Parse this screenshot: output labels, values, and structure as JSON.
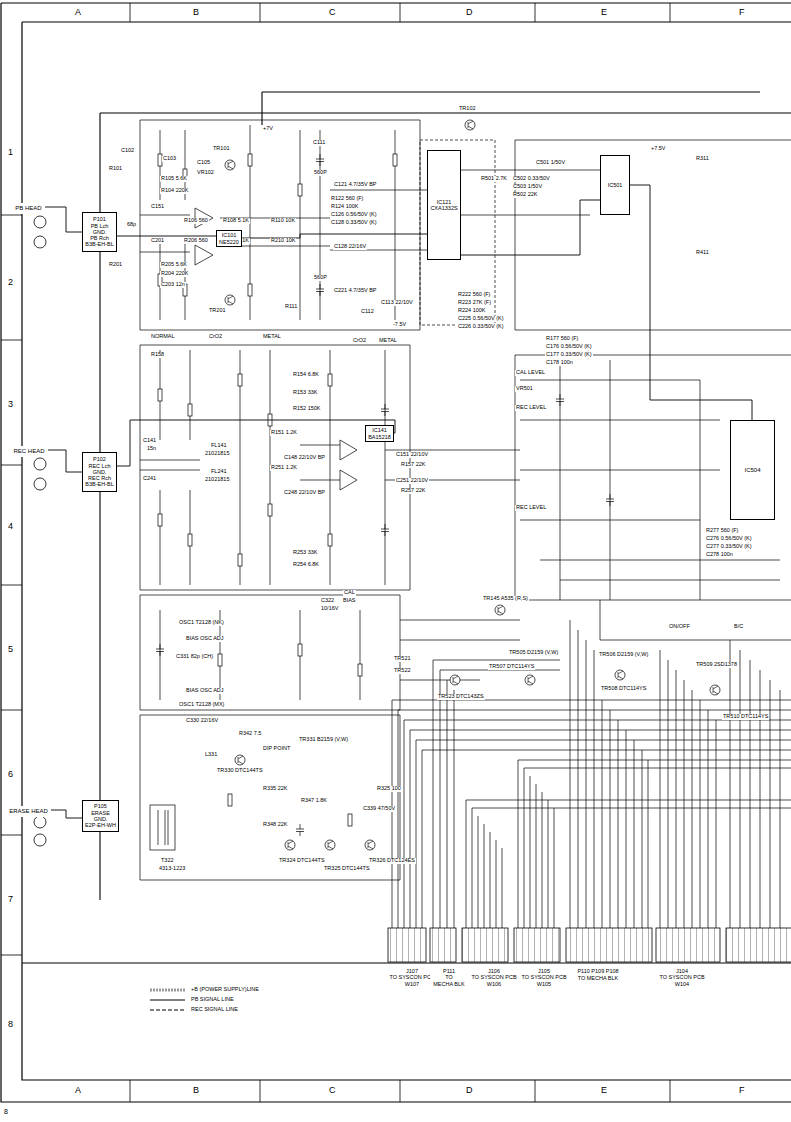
{
  "diagram": {
    "nodes": [
      {
        "text": [
          "PB HEAD"
        ]
      },
      {
        "text": [
          "P101",
          "PB Lch",
          "GND.",
          "PB Rch",
          "B3B-EH-BL"
        ]
      },
      {
        "text": [
          "REC HEAD"
        ]
      },
      {
        "text": [
          "P102",
          "REC Lch",
          "GND.",
          "REC Rch",
          "B3B-EH-BL"
        ]
      },
      {
        "text": [
          "ERASE HEAD"
        ]
      },
      {
        "text": [
          "P105",
          "ERASE",
          "GND.",
          "E2P-EH-WH"
        ]
      },
      {
        "text": [
          "IC101",
          "NE5220"
        ]
      },
      {
        "text": [
          "IC121",
          "CXA1332S"
        ]
      },
      {
        "text": [
          "IC501"
        ]
      },
      {
        "text": [
          "IC141",
          "BA15218"
        ]
      },
      {
        "text": [
          "IC504"
        ]
      },
      {
        "text": [
          "J107",
          "TO SYSCON PCB",
          "W107"
        ]
      },
      {
        "text": [
          "P111",
          "TO",
          "MECHA BLK"
        ]
      },
      {
        "text": [
          "J106",
          "TO SYSCON PCB",
          "W106"
        ]
      },
      {
        "text": [
          "J105",
          "TO SYSCON PCB",
          "W105"
        ]
      },
      {
        "text": [
          "P110 P109 P108",
          "TO MECHA BLK"
        ]
      },
      {
        "text": [
          "J104",
          "TO SYSCON PCB",
          "W104"
        ]
      }
    ],
    "edges": [
      {
        "from": 0,
        "to": 1,
        "arrow": "none"
      },
      {
        "from": 2,
        "to": 3,
        "arrow": "none"
      },
      {
        "from": 4,
        "to": 5,
        "arrow": "none"
      },
      {
        "from": 1,
        "to": 6,
        "arrow": "none"
      },
      {
        "from": 6,
        "to": 7,
        "arrow": "none"
      },
      {
        "from": 7,
        "to": 8,
        "arrow": "none"
      },
      {
        "from": 9,
        "to": 3,
        "arrow": "none"
      },
      {
        "from": 8,
        "to": 10,
        "arrow": "none"
      }
    ],
    "labels": [
      "A",
      "B",
      "C",
      "D",
      "E",
      "F",
      "1",
      "2",
      "3",
      "4",
      "5",
      "6",
      "7",
      "8",
      "A",
      "B",
      "C",
      "D",
      "E",
      "F",
      "8",
      "TR102",
      "+7V",
      "+7.5V",
      "R101",
      "C102",
      "C103",
      "R105 5.6K",
      "R104 220K",
      "VR102",
      "TR101",
      "C105",
      "C151",
      "68p",
      "C201",
      "R106 560",
      "R108 5.1K",
      "R110 10K",
      "C111",
      "560P",
      "R201",
      "R205 5.6K",
      "R204 220K",
      "C203 12n",
      "R206 560",
      "R208 5.1K",
      "R210 10K",
      "TR201",
      "R111",
      "560P",
      "C121 4.7/35V BP",
      "R122 560 (F)",
      "R124 100K",
      "C126 0.56/50V (K)",
      "C128 0.33/50V (K)",
      "C128 22/16V",
      "C221 4.7/35V BP",
      "C113 22/10V",
      "C112",
      "-7.5V",
      "R222 560 (F)",
      "R223 27K (F)",
      "R224 100K",
      "C225 0.56/50V (K)",
      "C226 0.33/50V (K)",
      "C501 1/50V",
      "R501 2.7K",
      "C502 0.33/50V",
      "C503 1/50V",
      "R502 22K",
      "R311",
      "R411",
      "NORMAL",
      "CrO2",
      "METAL",
      "CrO2",
      "METAL",
      "R158",
      "R154 6.8K",
      "R153 33K",
      "R152 150K",
      "C141",
      "15n",
      "FL141",
      "21021815",
      "FL241",
      "21021815",
      "R151 1.2K",
      "C148 22/10V BP",
      "R251 1.2K",
      "C248 22/10V BP",
      "C241",
      "R253 33K",
      "R254 6.8K",
      "C151 22/10V",
      "R157 22K",
      "C251 22/10V",
      "R257 22K",
      "R177 560 (F)",
      "C176 0.56/50V (K)",
      "C177 0.33/50V (K)",
      "C178 100n",
      "CAL LEVEL",
      "VR501",
      "REC LEVEL",
      "REC LEVEL",
      "R277 560 (F)",
      "C276 0.56/50V (K)",
      "C277 0.33/50V (K)",
      "C278 100n",
      "CAL",
      "BIAS",
      "C322",
      "10/16V",
      "OSC1 T2128 (NK)",
      "BIAS OSC ADJ",
      "C331 82p (CH)",
      "BIAS OSC ADJ",
      "OSC1 T2128 (MX)",
      "C330 22/16V",
      "TR145 A535 (R,S)",
      "TR505 D2159 (V,W)",
      "TR506 D2159 (V,W)",
      "TR507 DTC114YS",
      "TR508 DTC114YS",
      "TR509 2SD1378",
      "TR510 DTC114YS",
      "TR521",
      "TR522",
      "TR523 DTC143ZS",
      "R342 7.5",
      "TR331 B2159 (V,W)",
      "DIP POINT",
      "L331",
      "TR330 DTC144TS",
      "R335 22K",
      "R347 1.8K",
      "R325 100",
      "C339 47/50V",
      "R348 22K",
      "TR324 DTC144TS",
      "TR325 DTC144TS",
      "TR326 DTC124ES",
      "T322",
      "4313-1223",
      "ON/OFF",
      "B/C"
    ],
    "legend": [
      {
        "text": "+B (POWER SUPPLY)LINE"
      },
      {
        "text": "PB SIGNAL LINE"
      },
      {
        "text": "REC SIGNAL LINE"
      }
    ]
  }
}
